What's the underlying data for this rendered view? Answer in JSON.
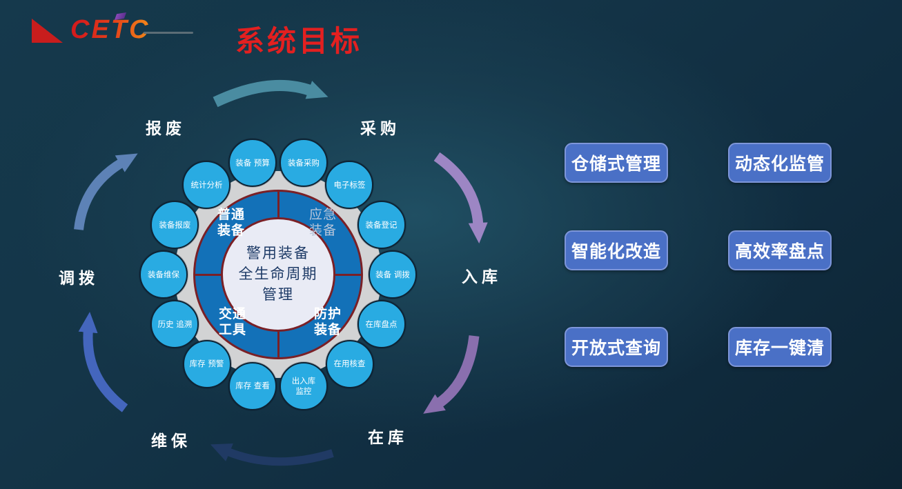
{
  "header": {
    "logo": "CETC",
    "title": "系统目标"
  },
  "diagram": {
    "center_lines": [
      "警用装备",
      "全生命周期",
      "管理"
    ],
    "quadrants": [
      {
        "label": "普通\n装备",
        "color": "#ffffff",
        "bold": true
      },
      {
        "label": "应急\n装备",
        "color": "#b9c6da",
        "bold": false
      },
      {
        "label": "交通\n工具",
        "color": "#ffffff",
        "bold": true
      },
      {
        "label": "防护\n装备",
        "color": "#ffffff",
        "bold": true
      }
    ],
    "satellites": [
      "装备 预算",
      "装备采购",
      "电子标签",
      "装备登记",
      "装备 调拨",
      "在库盘点",
      "在用核查",
      "出入库\n监控",
      "库存 查看",
      "库存 预警",
      "历史 追溯",
      "装备维保",
      "装备报废",
      "统计分析"
    ],
    "stages": [
      "报废",
      "采购",
      "入库",
      "在库",
      "维保",
      "调拨"
    ],
    "arrows": [
      {
        "name": "scrap-to-procurement",
        "color": "#4a8ca1"
      },
      {
        "name": "procurement-to-inbound",
        "color": "#9d86c4"
      },
      {
        "name": "inbound-to-instock",
        "color": "#8a6fae"
      },
      {
        "name": "instock-to-maintenance",
        "color": "#203a64"
      },
      {
        "name": "maintenance-to-allocation",
        "color": "#4466bd"
      },
      {
        "name": "allocation-to-scrap",
        "color": "#5d82b6"
      }
    ]
  },
  "features": [
    "仓储式管理",
    "动态化监管",
    "智能化改造",
    "高效率盘点",
    "开放式查询",
    "库存一键清"
  ],
  "colors": {
    "satellite_fill": "#29abe2",
    "ring_fill": "#1371b8",
    "ring_border": "#7a2026",
    "center_fill": "#e9ebf5",
    "center_text": "#1d3a66",
    "gray_ring": "#d2d3d4",
    "feature_fill": "#4a70c6",
    "feature_border": "#7e96d9",
    "title_red": "#e32020"
  }
}
